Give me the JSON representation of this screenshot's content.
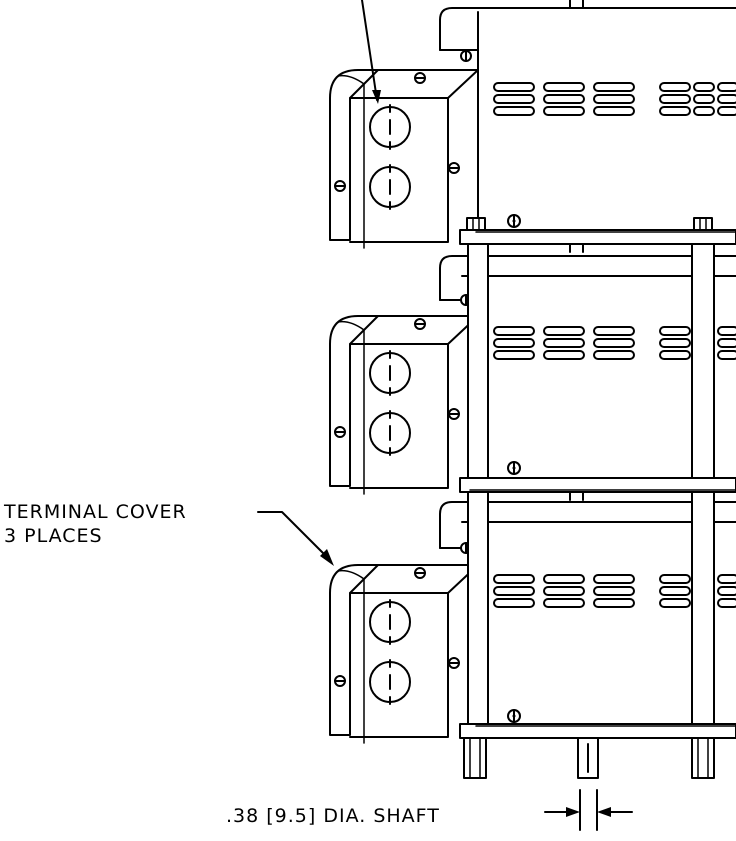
{
  "labels": {
    "terminal_cover_line1": "TERMINAL COVER",
    "terminal_cover_line2": "3 PLACES",
    "shaft_dimension": ".38 [9.5] DIA. SHAFT"
  },
  "colors": {
    "line": "#000000",
    "background": "#ffffff"
  }
}
